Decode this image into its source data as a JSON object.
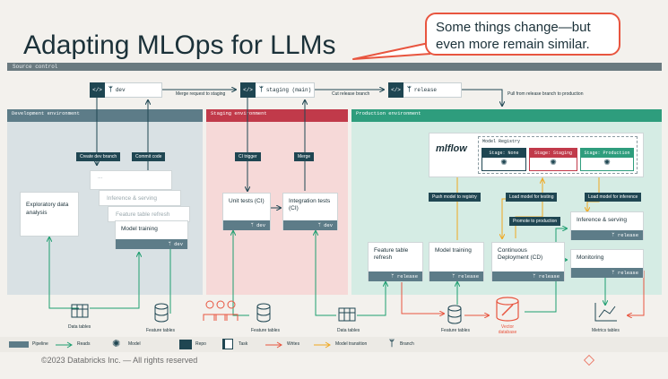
{
  "title": "Adapting MLOps for LLMs",
  "callout": "Some things change—but even more remain similar.",
  "source_control": {
    "label": "Source control",
    "repos": {
      "dev": "dev",
      "staging": "staging (main)",
      "release": "release"
    },
    "arrows": {
      "merge_request": "Merge request to staging",
      "cut_release": "Cut release branch",
      "pull_release": "Pull from release branch to production"
    }
  },
  "dev_env": {
    "label": "Development environment",
    "create_branch": "Create dev branch",
    "commit_code": "Commit code",
    "exploratory": "Exploratory data analysis",
    "ellipsis": "...",
    "inference": "Inference & serving",
    "feature_refresh": "Feature table refresh",
    "model_training": "Model training",
    "branch": "dev"
  },
  "staging_env": {
    "label": "Staging environment",
    "ci_trigger": "CI trigger",
    "merge": "Merge",
    "unit_tests": "Unit tests (CI)",
    "integration_tests": "Integration tests (CI)",
    "branch": "dev"
  },
  "prod_env": {
    "label": "Production environment",
    "mlflow": "mlflow",
    "registry": "Model Registry",
    "stage_none": "Stage: None",
    "stage_staging": "Stage: Staging",
    "stage_production": "Stage: Production",
    "push_registry": "Push model to registry",
    "load_testing": "Load model for testing",
    "load_inference": "Load model for inference",
    "promote": "Promote to production",
    "feature_refresh": "Feature table refresh",
    "model_training": "Model training",
    "cd": "Continuous Deployment (CD)",
    "inference": "Inference & serving",
    "monitoring": "Monitoring",
    "branch": "release"
  },
  "bottom": {
    "data_tables": "Data tables",
    "feature_tables": "Feature tables",
    "vector_db": "Vector database",
    "metrics_tables": "Metrics tables"
  },
  "legend": {
    "pipeline": "Pipeline",
    "reads": "Reads",
    "model": "Model",
    "repo": "Repo",
    "task": "Task",
    "writes": "Writes",
    "model_transition": "Model transition",
    "branch": "Branch"
  },
  "footer": "©2023 Databricks Inc. — All rights reserved",
  "colors": {
    "dev": "#5d7c88",
    "staging": "#c13a4a",
    "prod": "#2e9d7d",
    "writes": "#e8553f",
    "transition": "#f0a820",
    "reads": "#1e9e70"
  }
}
